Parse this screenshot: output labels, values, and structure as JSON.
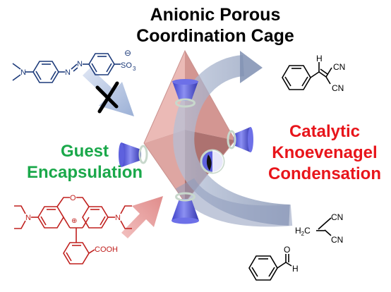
{
  "title": {
    "line1": "Anionic Porous",
    "line2": "Coordination Cage"
  },
  "left_label": {
    "line1": "Guest",
    "line2": "Encapsulation"
  },
  "right_label": {
    "line1": "Catalytic",
    "line2": "Knoevenagel",
    "line3": "Condensation"
  },
  "molecules": {
    "methyl_orange": {
      "n_left": "N",
      "n_azo1": "N",
      "n_azo2": "N",
      "so3": "SO",
      "so3_sub": "3",
      "charge": "⊖"
    },
    "rhodamine": {
      "o_ring": "O",
      "n_left": "N",
      "n_right": "N",
      "plus": "⊕",
      "cooh": "COOH"
    },
    "product": {
      "h": "H",
      "cn_top": "CN",
      "cn_bottom": "CN"
    },
    "malononitrile": {
      "h2c": "H",
      "h2c_sub": "2",
      "h2c_c": "C",
      "cn_top": "CN",
      "cn_bottom": "CN"
    },
    "benzaldehyde": {
      "o": "O",
      "h": "H"
    }
  },
  "colors": {
    "methyl_orange": "#1c3a7a",
    "rhodamine": "#c0201e",
    "cage_face": "#d28f8b",
    "cage_face_dark": "#9c5c5b",
    "cone": "#5a5ee6",
    "cone_dark": "#2e2fa0",
    "ring": "#c8d8cc",
    "arrow_blue": "#a9b8d8",
    "arrow_pink": "#e6a1a0",
    "curved_arrow": "#6f7fa2",
    "green_label": "#1aa84a",
    "red_label": "#e8151b"
  },
  "icons": [
    "blocked-x-icon"
  ]
}
